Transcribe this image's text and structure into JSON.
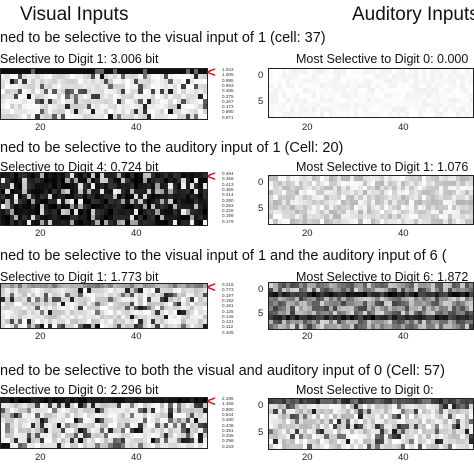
{
  "columns": {
    "left": "Visual Inputs",
    "right": "Auditory Inputs"
  },
  "panels": [
    {
      "title": "ned to be selective to the visual input of 1 (cell: 37)",
      "left_sub": "Selective to Digit 1: 3.006 bit",
      "right_sub": "Most Selective to Digit 0: 0.000",
      "mini": [
        "1.043",
        "1.006",
        "0.895",
        "0.693",
        "0.486",
        "0.375",
        "0.267",
        "0.173",
        "0.890",
        "0.871"
      ],
      "x_ticks": [
        "20",
        "40"
      ],
      "y_ticks": [
        "0",
        "5"
      ],
      "right_x_ticks": [
        "20",
        "40"
      ]
    },
    {
      "title": "ned to be selective to the auditory input of 1 (Cell: 20)",
      "left_sub": "Selective to Digit 4: 0.724 bit",
      "right_sub": "Most Selective to Digit 1: 1.076",
      "mini": [
        "0.494",
        "0.456",
        "0.413",
        "0.355",
        "0.314",
        "0.280",
        "0.253",
        "0.226",
        "0.199",
        "0.179"
      ],
      "x_ticks": [
        "20",
        "40"
      ],
      "y_ticks": [
        "0",
        "5"
      ],
      "right_x_ticks": [
        "20",
        "40"
      ]
    },
    {
      "title": "ned to be selective to the visual input of 1 and the auditory input of 6 (",
      "left_sub": "Selective to Digit 1: 1.773 bit",
      "right_sub": "Most Selective to Digit 6: 1.872",
      "mini": [
        "0.215",
        "0.773",
        "0.197",
        "0.192",
        "0.181",
        "0.125",
        "0.146",
        "0.131",
        "0.112",
        "0.105"
      ],
      "x_ticks": [
        "20",
        "40"
      ],
      "y_ticks": [
        "0",
        "5"
      ],
      "right_x_ticks": [
        "20",
        "40"
      ]
    },
    {
      "title": "ned to be selective to both the visual and auditory input of 0 (Cell: 57)",
      "left_sub": "Selective to Digit 0:  2.296 bit",
      "right_sub": "Most Selective to Digit 0:",
      "mini": [
        "2.296",
        "1.458",
        "0.900",
        "0.544",
        "0.480",
        "0.438",
        "0.391",
        "0.335",
        "0.296",
        "0.233"
      ],
      "x_ticks": [
        "20",
        "40"
      ],
      "y_ticks": [
        "0",
        "5"
      ],
      "right_x_ticks": [
        "20",
        "40"
      ]
    }
  ],
  "colors": {
    "arrow": "#d61a2a"
  },
  "icons": {
    "arrow": "arrow-left-icon"
  }
}
